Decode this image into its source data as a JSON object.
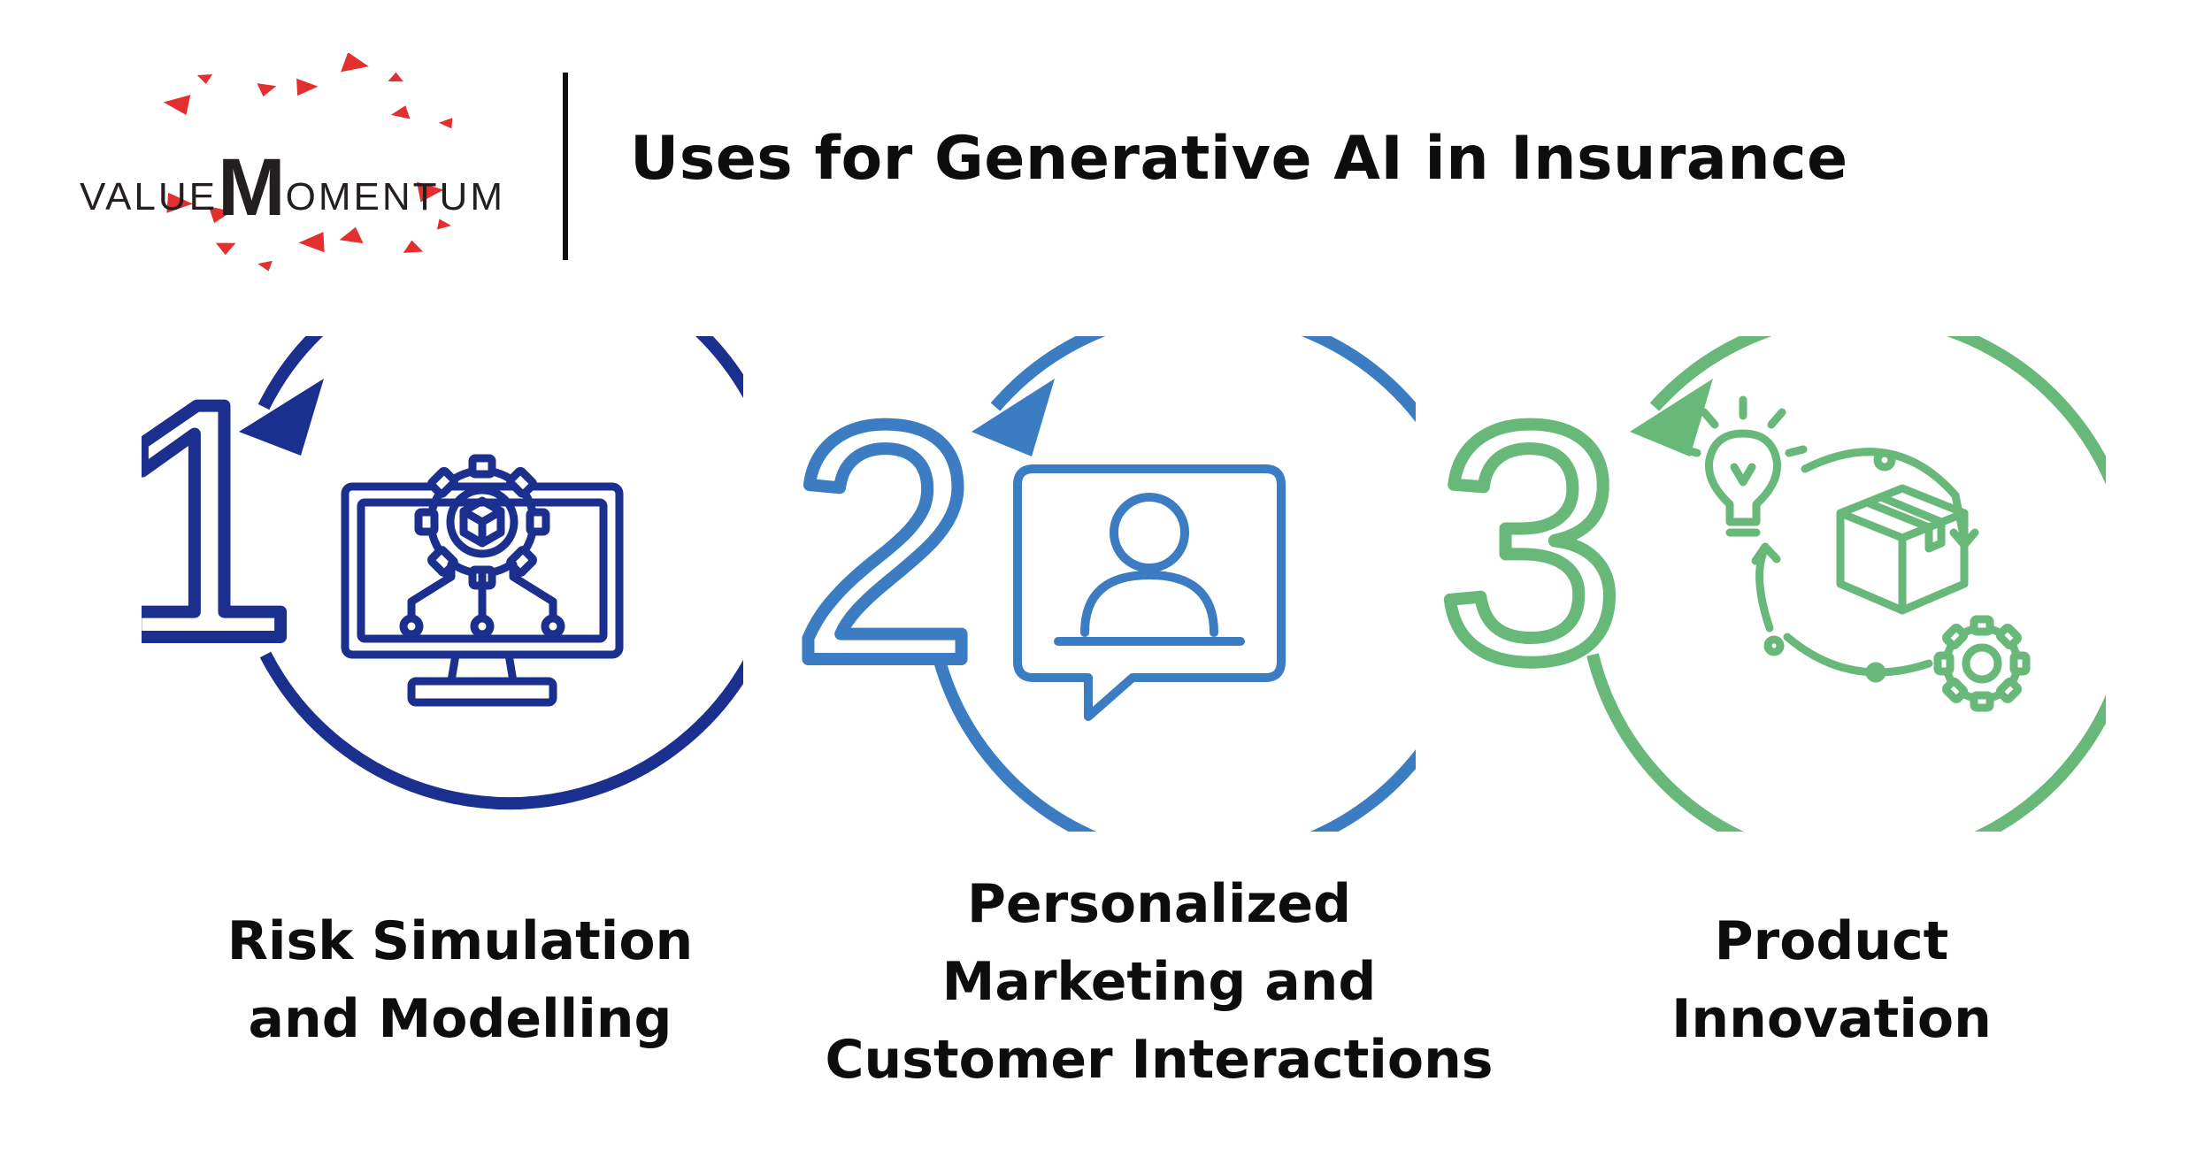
{
  "logo": {
    "pre": "VALUE",
    "initial": "M",
    "post": "OMENTUM",
    "accent_color": "#e42f2f"
  },
  "title": "Uses for Generative AI in Insurance",
  "items": [
    {
      "number": "1",
      "caption_lines": [
        "Risk Simulation",
        "and Modelling"
      ],
      "color": "#1b2f8f",
      "icon": "monitor-gear-cube-icon"
    },
    {
      "number": "2",
      "caption_lines": [
        "Personalized",
        "Marketing and",
        "Customer Interactions"
      ],
      "color": "#3b7cc2",
      "icon": "chat-user-icon"
    },
    {
      "number": "3",
      "caption_lines": [
        "Product",
        "Innovation"
      ],
      "color": "#67b879",
      "icon": "product-cycle-icon"
    }
  ]
}
